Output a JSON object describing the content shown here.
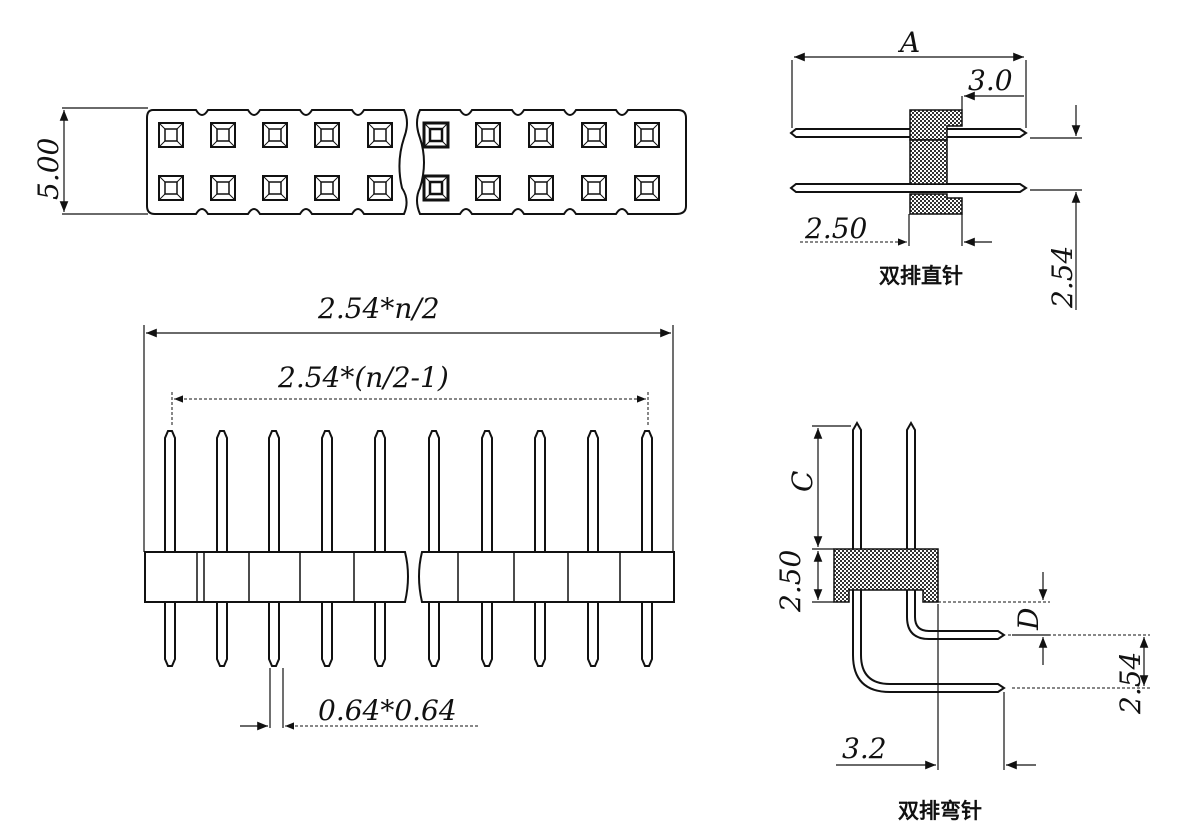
{
  "dimensions": {
    "height_top": "5.00",
    "width_total": "2.54*n/2",
    "width_pitch": "2.54*(n/2-1)",
    "pin_section": "0.64*0.64",
    "straight_A": "A",
    "straight_3": "3.0",
    "straight_250": "2.50",
    "straight_254": "2.54",
    "bent_C": "C",
    "bent_250": "2.50",
    "bent_D": "D",
    "bent_254": "2.54",
    "bent_32": "3.2"
  },
  "captions": {
    "straight": "双排直针",
    "bent": "双排弯针"
  }
}
